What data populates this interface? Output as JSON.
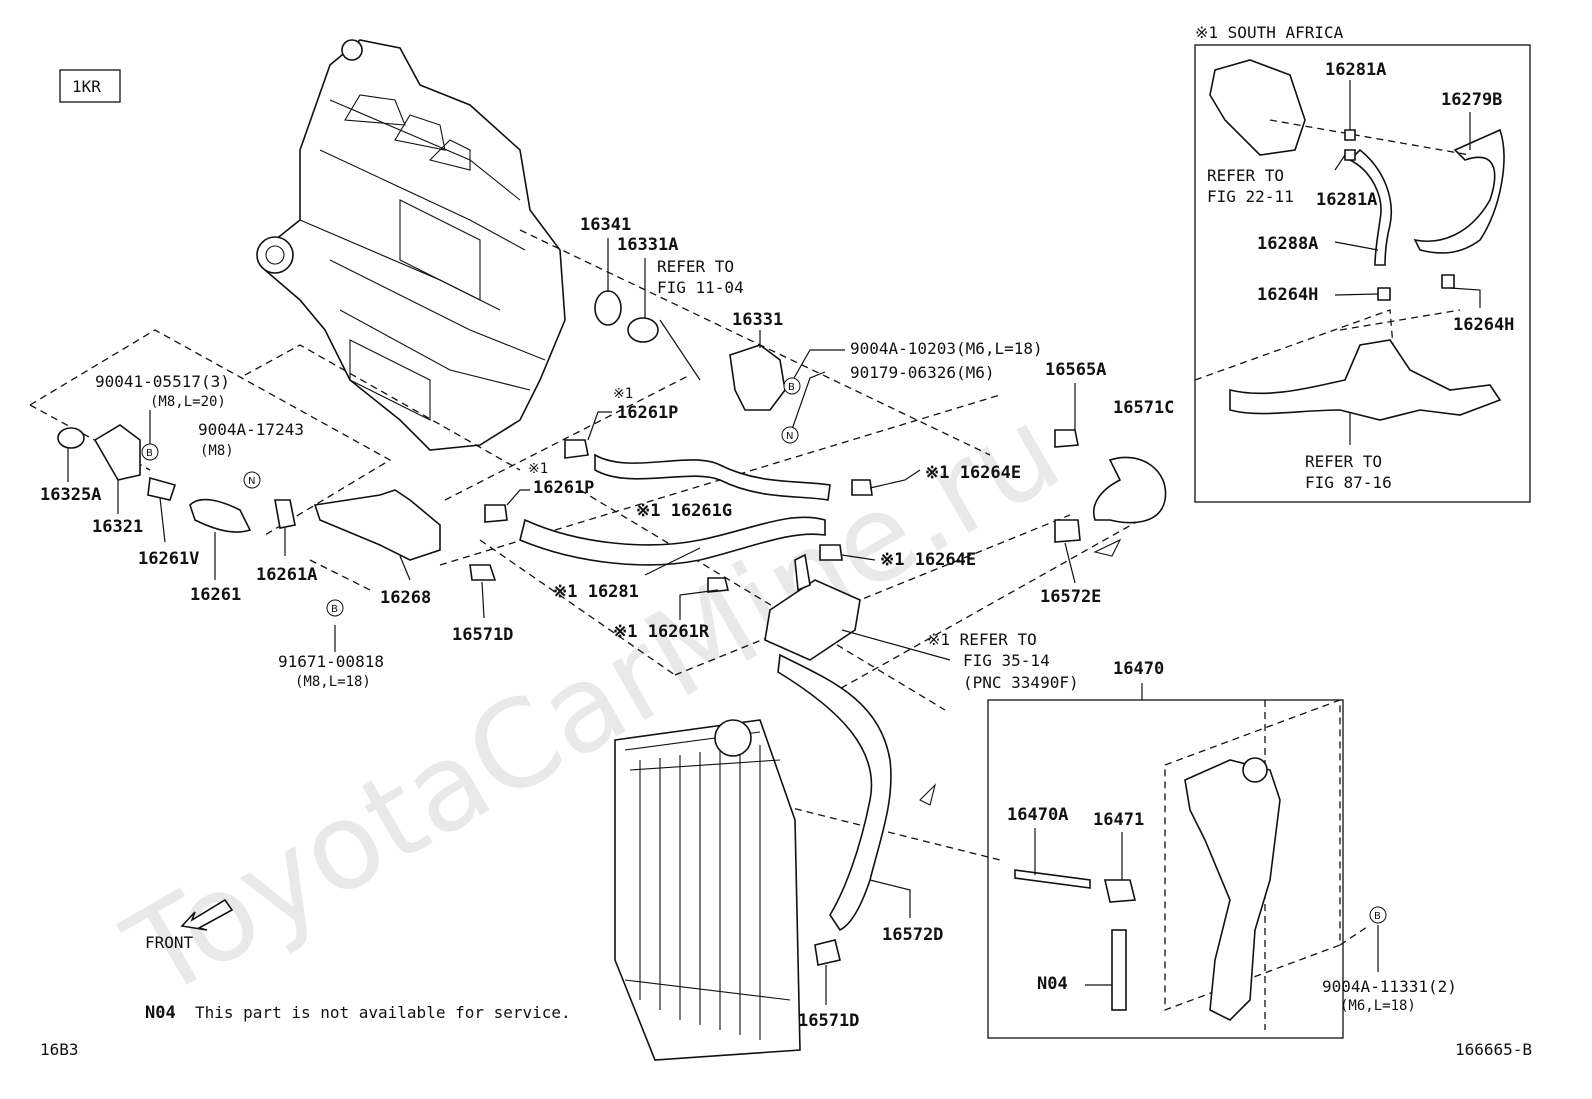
{
  "watermark": "ToyotaCarMine.ru",
  "engine_code": "1KR",
  "figure_code": "16B3",
  "diagram_id": "166665-B",
  "front_label": "FRONT",
  "footnote": {
    "code": "N04",
    "text": "This part is not available for service."
  },
  "south_africa_note": "※1 SOUTH AFRICA",
  "markers": {
    "b": "B",
    "n": "N"
  },
  "labels": {
    "p16341": "16341",
    "p16331A": "16331A",
    "ref_11_04_a": "REFER TO",
    "ref_11_04_b": "FIG 11-04",
    "p16331": "16331",
    "p9004A_10203": "9004A-10203(M6,L=18)",
    "p90179_06326": "90179-06326(M6)",
    "p90041_05517": "90041-05517(3)",
    "p90041_05517_spec": "(M8,L=20)",
    "p9004A_17243": "9004A-17243",
    "p9004A_17243_spec": "(M8)",
    "p16325A": "16325A",
    "p16321": "16321",
    "p16261V": "16261V",
    "p16261": "16261",
    "p16261A": "16261A",
    "p16268": "16268",
    "p91671_00818": "91671-00818",
    "p91671_00818_spec": "(M8,L=18)",
    "p16571D_a": "16571D",
    "p16261P_a_note": "※1",
    "p16261P_a": "16261P",
    "p16261P_b_note": "※1",
    "p16261P_b": "16261P",
    "p16261G": "※1 16261G",
    "p16264E_a": "※1 16264E",
    "p16264E_b": "※1 16264E",
    "p16281": "※1 16281",
    "p16261R": "※1 16261R",
    "ref_35_14_a": "※1 REFER TO",
    "ref_35_14_b": "FIG 35-14",
    "ref_35_14_c": "(PNC 33490F)",
    "p16565A": "16565A",
    "p16571C": "16571C",
    "p16572E": "16572E",
    "p16470": "16470",
    "p16470A": "16470A",
    "p16471": "16471",
    "pN04": "N04",
    "p16572D": "16572D",
    "p16571D_b": "16571D",
    "p9004A_11331": "9004A-11331(2)",
    "p9004A_11331_spec": "(M6,L=18)",
    "sa_16281A_a": "16281A",
    "sa_16279B": "16279B",
    "sa_ref_22_11_a": "REFER TO",
    "sa_ref_22_11_b": "FIG 22-11",
    "sa_16281A_b": "16281A",
    "sa_16288A": "16288A",
    "sa_16264H_a": "16264H",
    "sa_16264H_b": "16264H",
    "sa_ref_87_16_a": "REFER TO",
    "sa_ref_87_16_b": "FIG 87-16"
  }
}
